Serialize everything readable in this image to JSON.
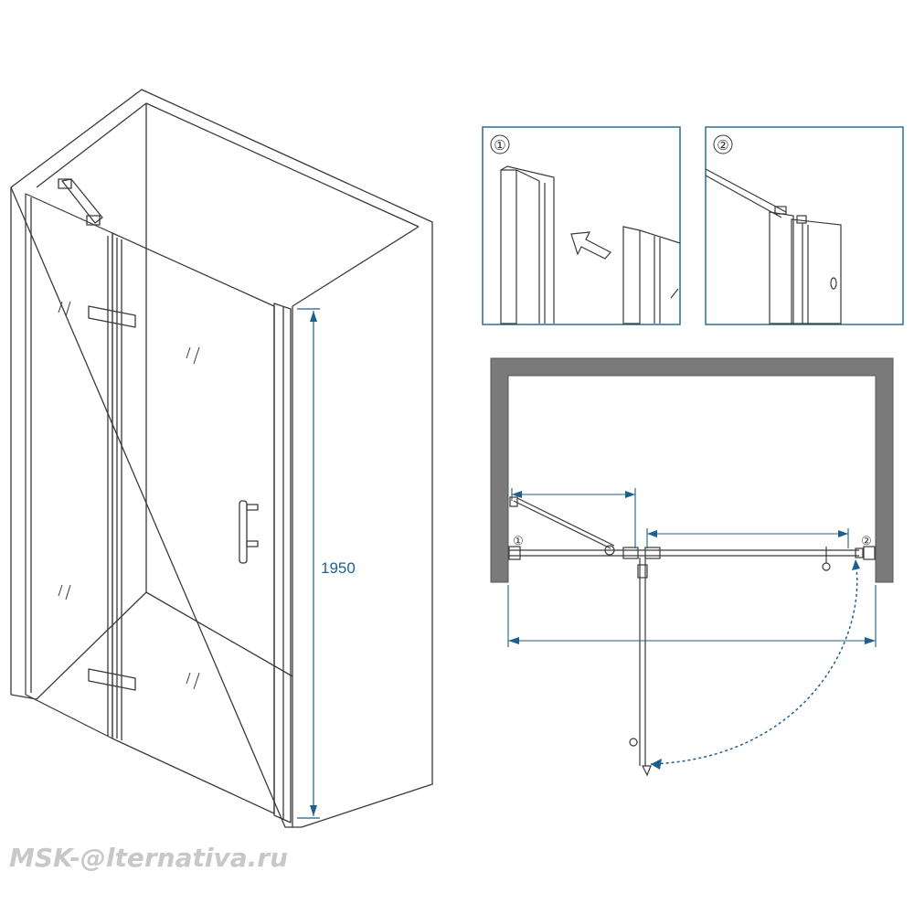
{
  "dimension": {
    "height_label": "1950"
  },
  "details": [
    {
      "number": "①"
    },
    {
      "number": "②"
    }
  ],
  "plan": {
    "marker_1": "①",
    "marker_2": "②"
  },
  "watermark": {
    "text": "MSK-@lternativa.ru"
  },
  "colors": {
    "line": "#3a3a3a",
    "dimension": "#1f5f8b",
    "frame": "#2b6f96",
    "wall": "#7a7a7a",
    "watermark": "#c8c8c8"
  }
}
